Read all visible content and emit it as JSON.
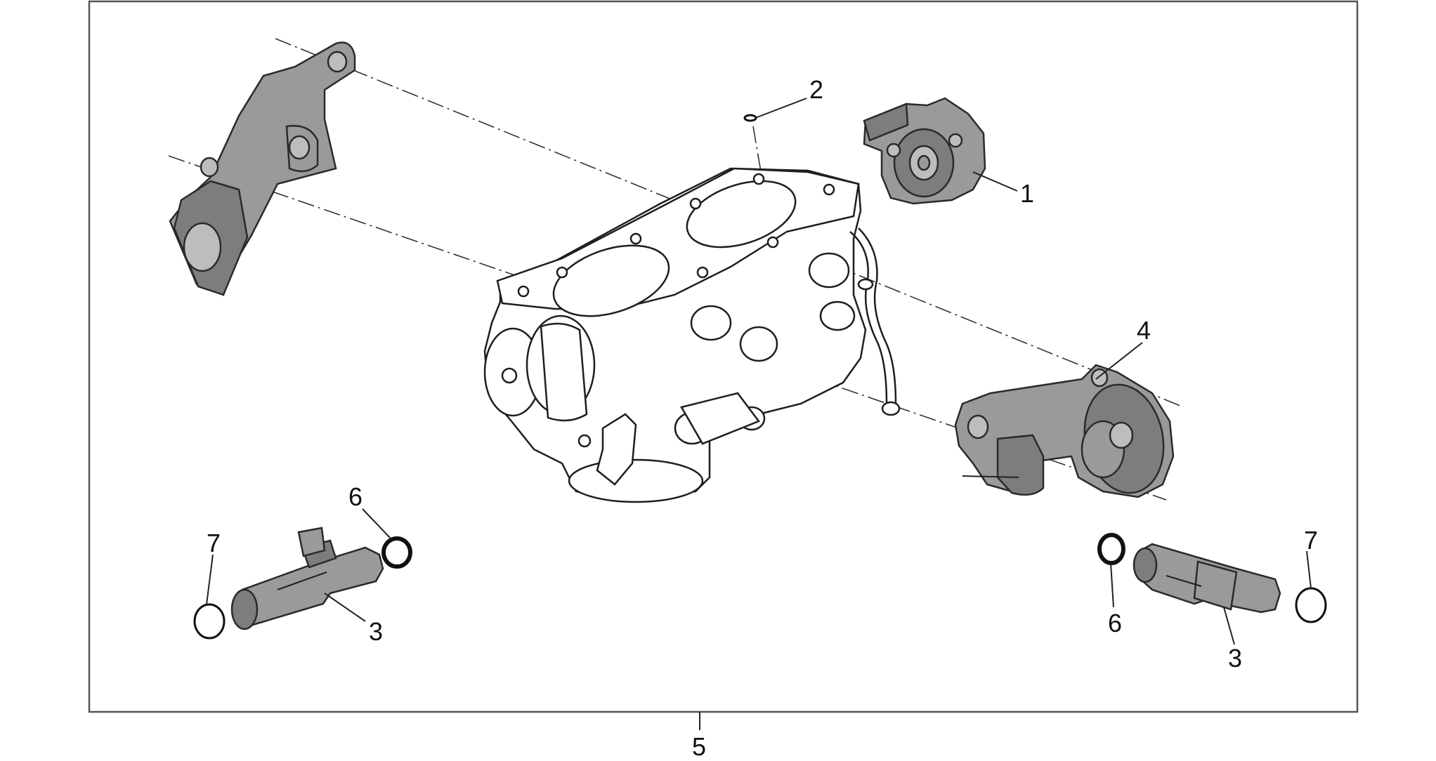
{
  "diagram": {
    "frame_label": "5",
    "callouts": [
      {
        "id": "sensor",
        "label": "1"
      },
      {
        "id": "small-oring-top",
        "label": "2"
      },
      {
        "id": "injector-left",
        "label": "3"
      },
      {
        "id": "injector-right",
        "label": "3"
      },
      {
        "id": "fuel-rail-right",
        "label": "4"
      },
      {
        "id": "oring-left-6",
        "label": "6"
      },
      {
        "id": "oring-right-6",
        "label": "6"
      },
      {
        "id": "oring-left-7",
        "label": "7"
      },
      {
        "id": "oring-right-7",
        "label": "7"
      }
    ],
    "colors": {
      "part_fill": "#9a9a9a",
      "line": "#1e1e1e",
      "background": "#ffffff"
    }
  }
}
